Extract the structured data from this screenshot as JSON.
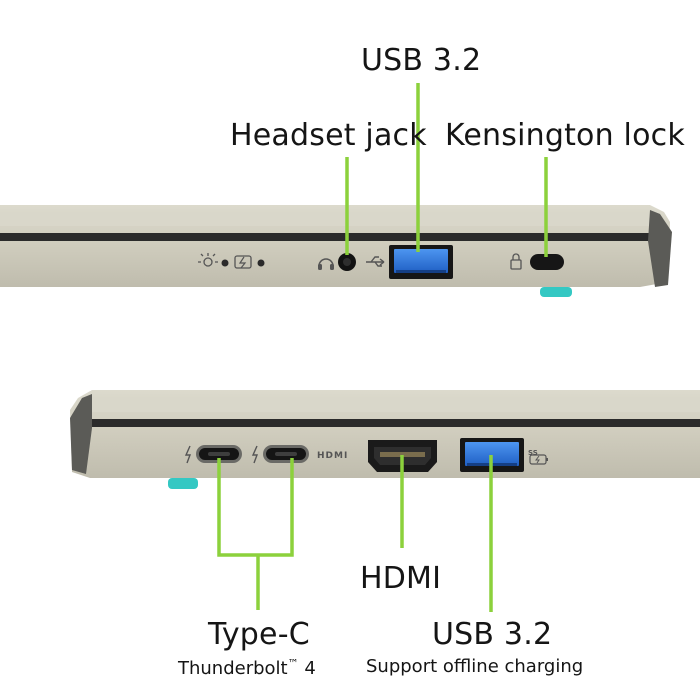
{
  "labels": {
    "top_usb": "USB 3.2",
    "headset": "Headset jack",
    "kensington": "Kensington lock",
    "hdmi": "HDMI",
    "typec": "Type-C",
    "thunderbolt": "Thunderbolt",
    "thunderbolt_tm": "™",
    "thunderbolt_version": "4",
    "bottom_usb": "USB 3.2",
    "bottom_usb_sub": "Support offline charging",
    "hdmi_port_logo": "HDMI"
  },
  "colors": {
    "callout": "#8cd13c",
    "chassis": "#cfcdbf",
    "chassis_shade": "#b9b7a8",
    "bezel": "#2a2a2a",
    "usb_blue": "#2f7ce3",
    "foot": "#33c7c2"
  }
}
